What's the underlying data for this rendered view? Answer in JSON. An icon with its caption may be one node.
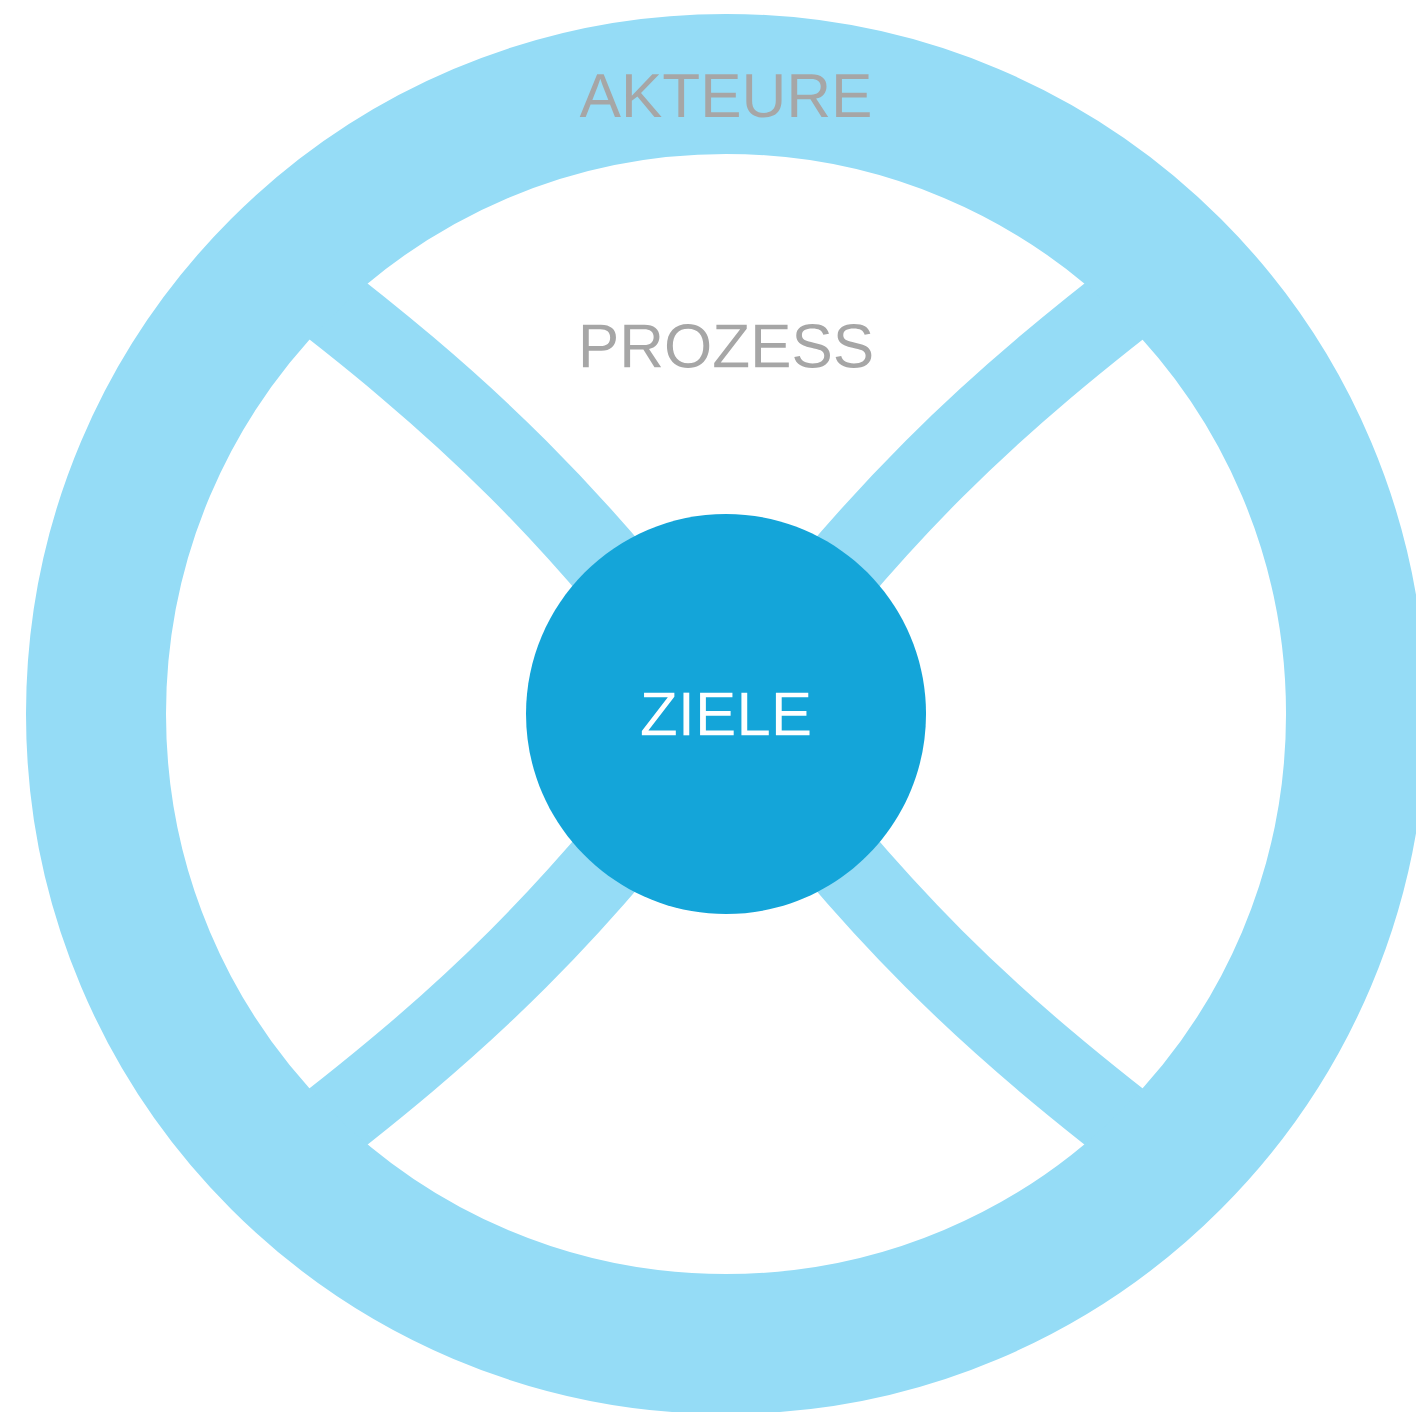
{
  "diagram": {
    "nodes": [
      {
        "text": [
          "AKTEURE"
        ]
      },
      {
        "text": [
          "ZIELE"
        ],
        "in": 0
      }
    ],
    "labels": [
      "PROZESS"
    ]
  }
}
